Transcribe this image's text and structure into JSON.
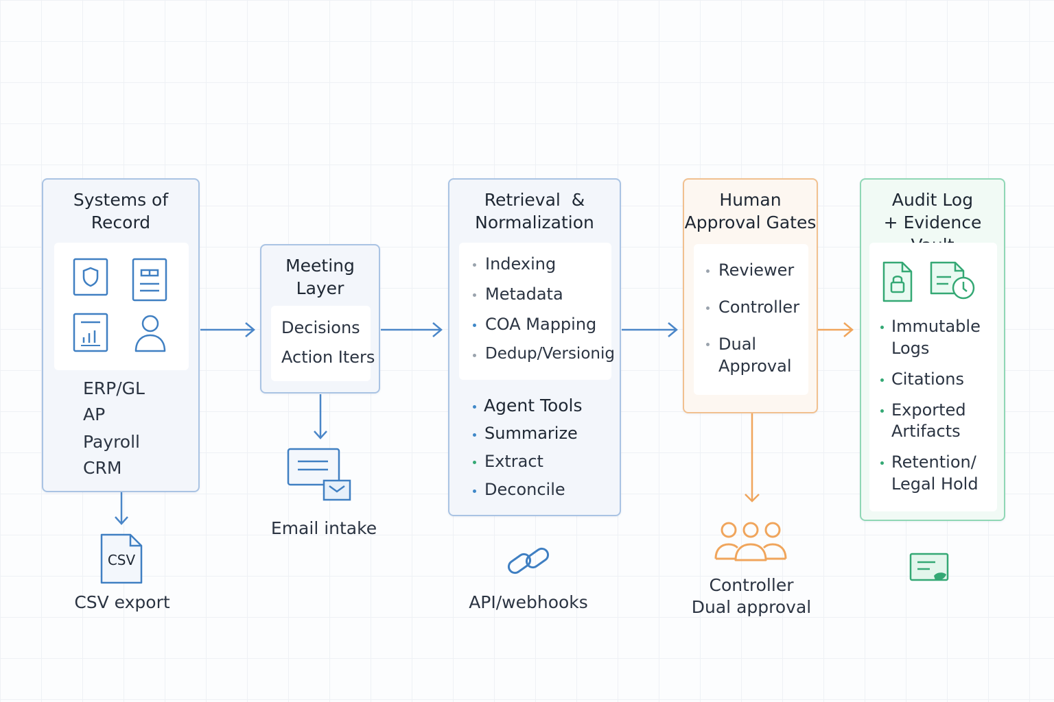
{
  "systems": {
    "title_line1": "Systems of",
    "title_line2": "Record",
    "icons": [
      "shield-icon",
      "document-icon",
      "report-chart-icon",
      "user-icon"
    ],
    "items": [
      "ERP/GL",
      "AP",
      "Payroll",
      "CRM"
    ],
    "export_label": "CSV export",
    "csv_badge": "CSV"
  },
  "meeting": {
    "title_line1": "Meeting",
    "title_line2": "Layer",
    "items": [
      "Decisions",
      "Action Iters"
    ],
    "email_label": "Email intake"
  },
  "retrieval": {
    "title_line1": "Retrieval  &",
    "title_line2": "Normalization",
    "items": [
      "Indexing",
      "Metadata",
      "COA Mapping",
      "Dedup/Versionig"
    ],
    "tools": [
      "Agent Tools",
      "Summarize",
      "Extract",
      "Deconcile"
    ],
    "api_label": "API/webhooks"
  },
  "approval": {
    "title_line1": "Human",
    "title_line2": "Approval Gates",
    "items": [
      "Reviewer",
      "Controller",
      "Dual",
      "Approval"
    ],
    "caption_line1": "Controller",
    "caption_line2": "Dual approval"
  },
  "audit": {
    "title_line1": "Audit Log",
    "title_line2": "+ Evidence Vault",
    "items": [
      "Immutable",
      "Logs",
      "Citations",
      "Exported",
      "Artifacts",
      "Retention/",
      "Legal Hold"
    ]
  },
  "colors": {
    "blue": "#4a86c8",
    "orange": "#f0a55c",
    "green": "#3bb07d"
  }
}
